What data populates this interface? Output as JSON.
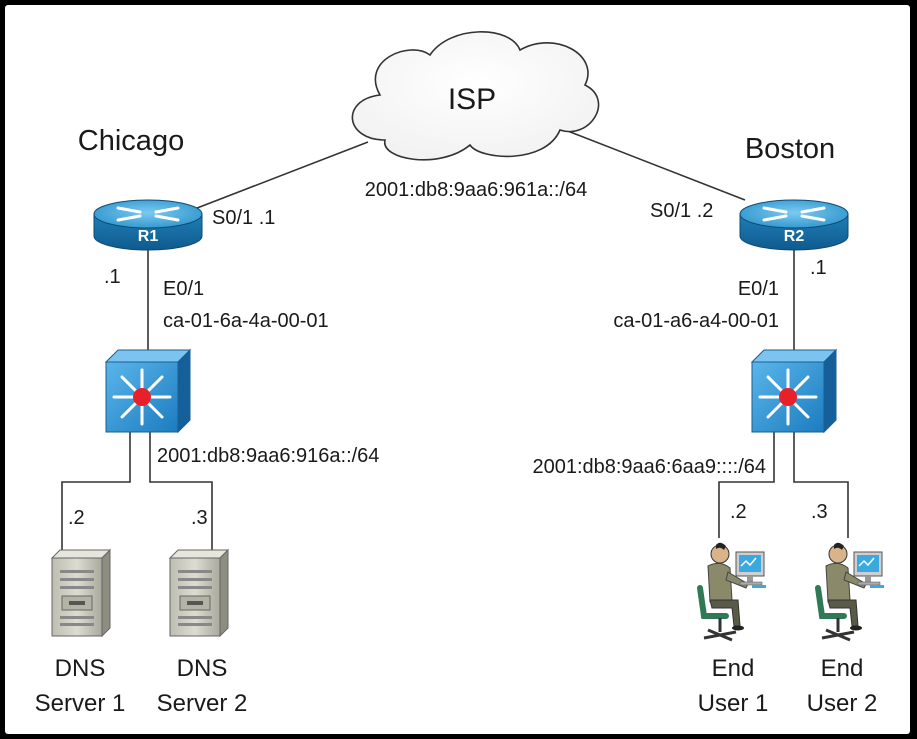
{
  "cloud": {
    "label": "ISP"
  },
  "sites": {
    "left": {
      "name": "Chicago"
    },
    "right": {
      "name": "Boston"
    }
  },
  "wan": {
    "subnet": "2001:db8:9aa6:961a::/64"
  },
  "routers": {
    "r1": {
      "label": "R1",
      "serial": "S0/1 .1",
      "lan_host": ".1",
      "eth": "E0/1",
      "mac": "ca-01-6a-4a-00-01"
    },
    "r2": {
      "label": "R2",
      "serial": "S0/1 .2",
      "lan_host": ".1",
      "eth": "E0/1",
      "mac": "ca-01-a6-a4-00-01"
    }
  },
  "lans": {
    "left": {
      "subnet": "2001:db8:9aa6:916a::/64"
    },
    "right": {
      "subnet": "2001:db8:9aa6:6aa9::::/64"
    }
  },
  "hosts": {
    "server1": {
      "addr": ".2",
      "line1": "DNS",
      "line2": "Server 1"
    },
    "server2": {
      "addr": ".3",
      "line1": "DNS",
      "line2": "Server 2"
    },
    "user1": {
      "addr": ".2",
      "line1": "End",
      "line2": "User 1"
    },
    "user2": {
      "addr": ".3",
      "line1": "End",
      "line2": "User 2"
    }
  },
  "colors": {
    "router_top": "#4fb3de",
    "router_body": "#1f7fb8",
    "switch_face": "#2a8fd0",
    "switch_hub": "#e8202a",
    "server_body": "#cfcfc4",
    "person_suit": "#8a8a6a",
    "chair": "#2f7a55"
  }
}
